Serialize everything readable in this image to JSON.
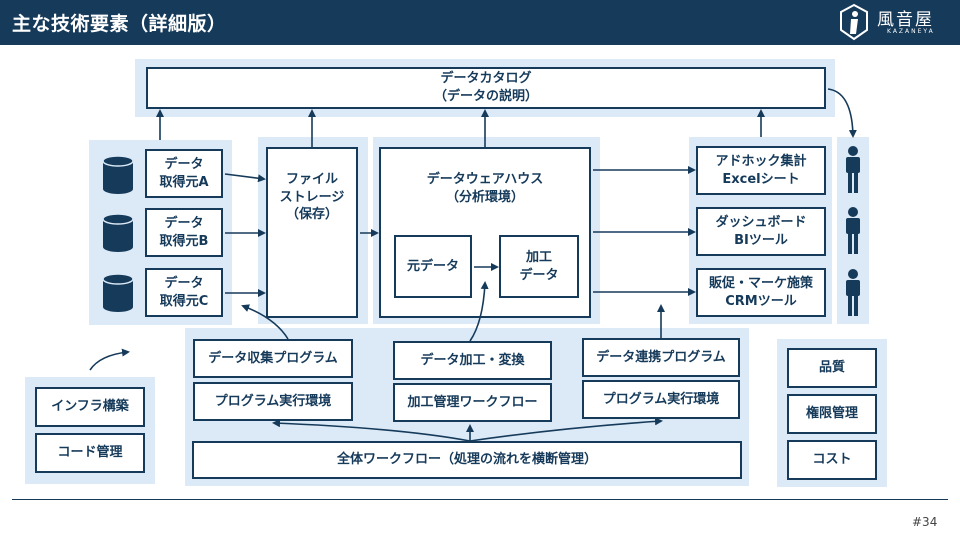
{
  "header": {
    "title": "主な技術要素（詳細版）",
    "logo_text": "風音屋",
    "logo_sub": "KAZANEYA"
  },
  "diagram": {
    "catalog": "データカタログ\n（データの説明）",
    "sources": [
      "データ\n取得元A",
      "データ\n取得元B",
      "データ\n取得元C"
    ],
    "file_storage": "ファイル\nストレージ\n（保存）",
    "dwh": "データウェアハウス\n（分析環境）",
    "raw_data": "元データ",
    "processed_data": "加工\nデータ",
    "tools": [
      "アドホック集計\nExcelシート",
      "ダッシュボード\nBIツール",
      "販促・マーケ施策\nCRMツール"
    ],
    "programs": {
      "collect": "データ収集プログラム",
      "collect_env": "プログラム実行環境",
      "transform": "データ加工・変換",
      "transform_flow": "加工管理ワークフロー",
      "integrate": "データ連携プログラム",
      "integrate_env": "プログラム実行環境",
      "workflow": "全体ワークフロー（処理の流れを横断管理）"
    },
    "infra": [
      "インフラ構築",
      "コード管理"
    ],
    "governance": [
      "品質",
      "権限管理",
      "コスト"
    ]
  },
  "footer": {
    "page": "#34"
  },
  "colors": {
    "navy": "#163a5a",
    "light_blue": "#dceaf7",
    "white": "#ffffff"
  }
}
